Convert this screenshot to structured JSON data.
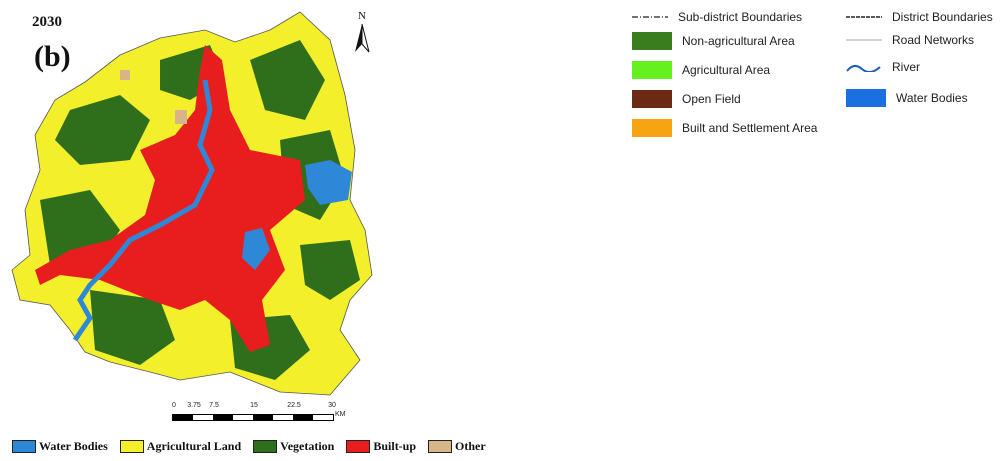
{
  "map": {
    "year": "2030",
    "panel_label": "(b)",
    "north_label": "N",
    "scale": {
      "ticks": [
        "0",
        "3.75",
        "7.5",
        "15",
        "22.5",
        "30"
      ],
      "unit": "KM"
    }
  },
  "bottom_legend": [
    {
      "label": "Water Bodies",
      "color": "#2f87d8"
    },
    {
      "label": "Agricultural Land",
      "color": "#f3f02b"
    },
    {
      "label": "Vegetation",
      "color": "#2f6e1a"
    },
    {
      "label": "Built-up",
      "color": "#e81e1e"
    },
    {
      "label": "Other",
      "color": "#d9b48a"
    }
  ],
  "right_legend": {
    "left_column": [
      {
        "type": "line",
        "style": "dashdot",
        "label": "Sub-district Boundaries"
      },
      {
        "type": "swatch",
        "color": "#3a7d1f",
        "label": "Non-agricultural Area"
      },
      {
        "type": "swatch",
        "color": "#66f01f",
        "label": "Agricultural Area"
      },
      {
        "type": "swatch",
        "color": "#6b2b12",
        "label": "Open Field"
      },
      {
        "type": "swatch",
        "color": "#f7a312",
        "label": "Built and Settlement Area"
      }
    ],
    "right_column": [
      {
        "type": "line",
        "style": "dashed",
        "label": "District Boundaries"
      },
      {
        "type": "line",
        "style": "thin",
        "label": "Road Networks"
      },
      {
        "type": "line",
        "style": "wave",
        "label": "River"
      },
      {
        "type": "swatch",
        "color": "#1c6fe0",
        "label": "Water Bodies"
      }
    ]
  }
}
